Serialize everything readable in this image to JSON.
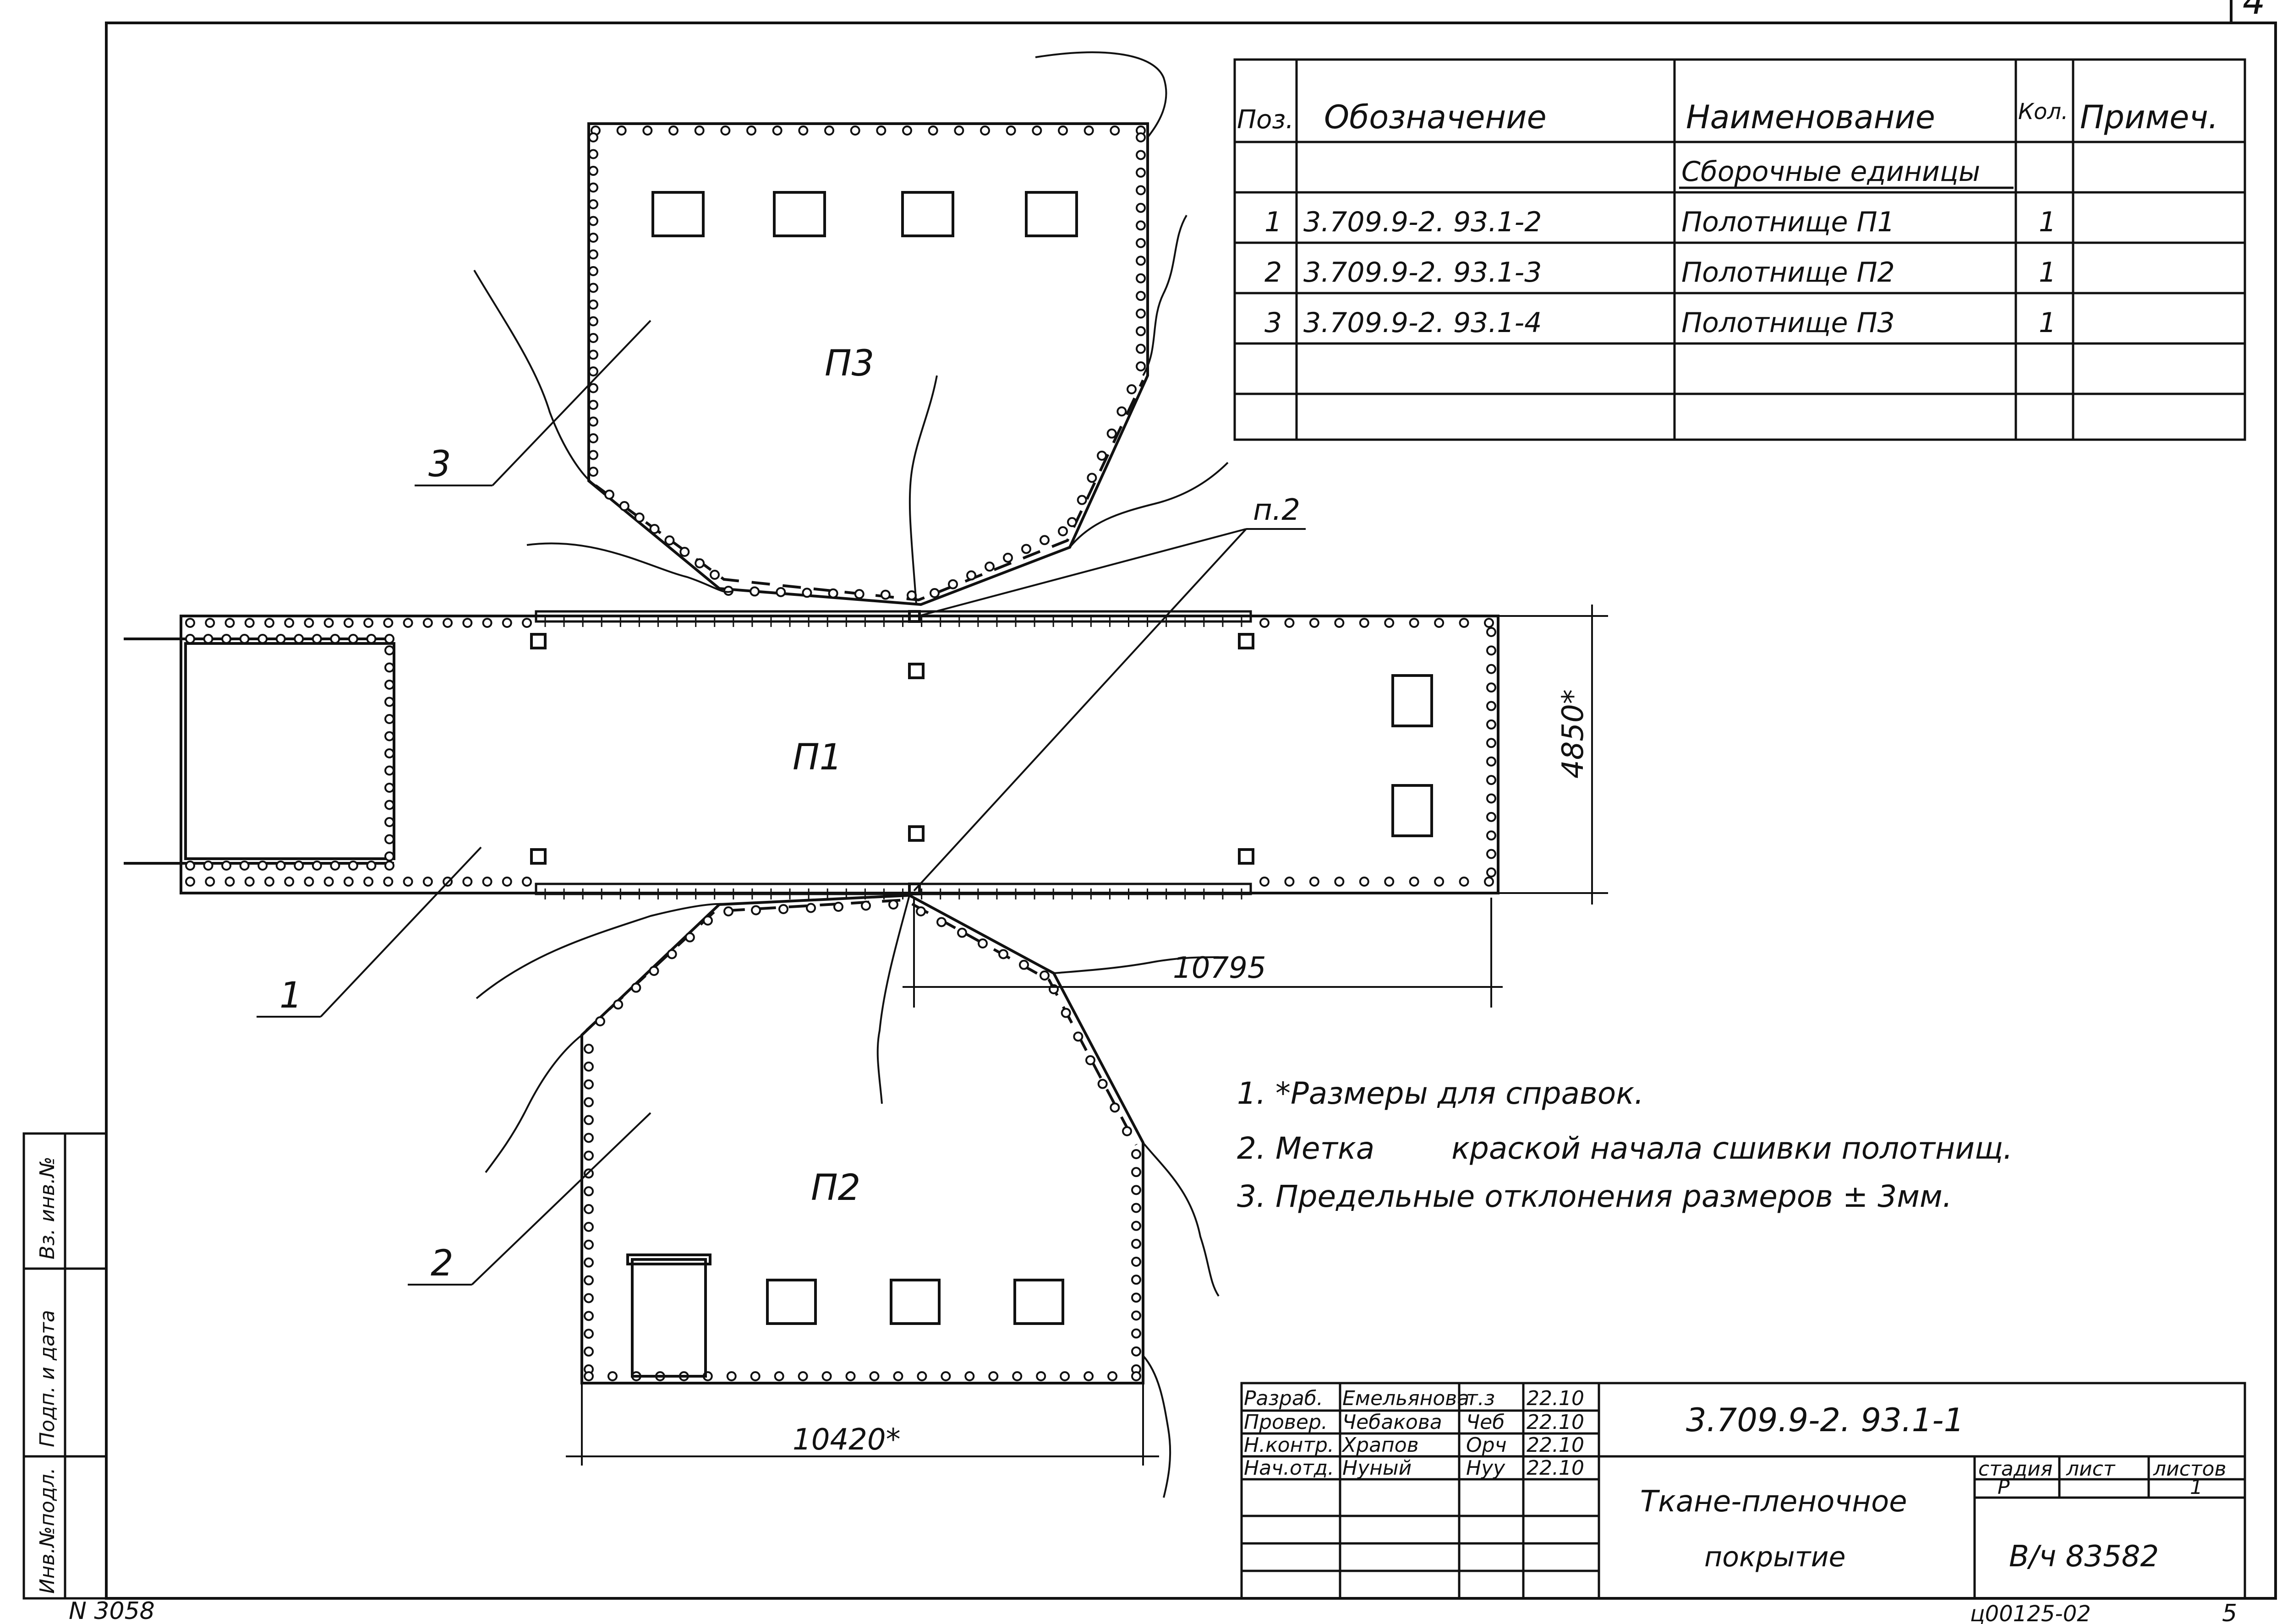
{
  "sheet": {
    "corner_number": "4",
    "bottom_left": "N 3058",
    "bottom_code": "ц00125-02",
    "bottom_page": "5"
  },
  "spec_table": {
    "headers": [
      "Поз.",
      "Обозначение",
      "Наименование",
      "Кол.",
      "Примеч."
    ],
    "section": "Сборочные единицы",
    "rows": [
      {
        "pos": "1",
        "designation": "3.709.9-2. 93.1-2",
        "name": "Полотнище П1",
        "qty": "1",
        "note": ""
      },
      {
        "pos": "2",
        "designation": "3.709.9-2. 93.1-3",
        "name": "Полотнище П2",
        "qty": "1",
        "note": ""
      },
      {
        "pos": "3",
        "designation": "3.709.9-2. 93.1-4",
        "name": "Полотнище П3",
        "qty": "1",
        "note": ""
      }
    ]
  },
  "drawing": {
    "panel_labels": {
      "p1": "П1",
      "p2": "П2",
      "p3": "П3"
    },
    "callouts": {
      "c1": "1",
      "c2": "2",
      "c3": "3",
      "p2": "п.2"
    },
    "dimensions": {
      "height": "4850*",
      "length": "10795",
      "width": "10420*"
    }
  },
  "notes": [
    "1. *Размеры для справок.",
    "2. Метка        краской начала сшивки полотнищ.",
    "3. Предельные отклонения размеров ± 3мм."
  ],
  "side_stamp": {
    "labels": [
      "Инв.№подл.",
      "Подп. и дата",
      "Вз. инв.№"
    ]
  },
  "title_block": {
    "rows": [
      {
        "role": "Разраб.",
        "name": "Емельянова",
        "sign": "т.з",
        "date": "22.10"
      },
      {
        "role": "Провер.",
        "name": "Чебакова",
        "sign": "Чеб",
        "date": "22.10"
      },
      {
        "role": "Н.контр.",
        "name": "Храпов",
        "sign": "Орч",
        "date": "22.10"
      },
      {
        "role": "Нач.отд.",
        "name": "Нуный",
        "sign": "Нуу",
        "date": "22.10"
      }
    ],
    "doc_number": "3.709.9-2. 93.1-1",
    "title_line1": "Ткане-пленочное",
    "title_line2": "покрытие",
    "stage_label": "стадия",
    "sheet_label": "лист",
    "sheets_label": "листов",
    "stage": "Р",
    "sheets": "1",
    "org": "В/ч 83582"
  }
}
